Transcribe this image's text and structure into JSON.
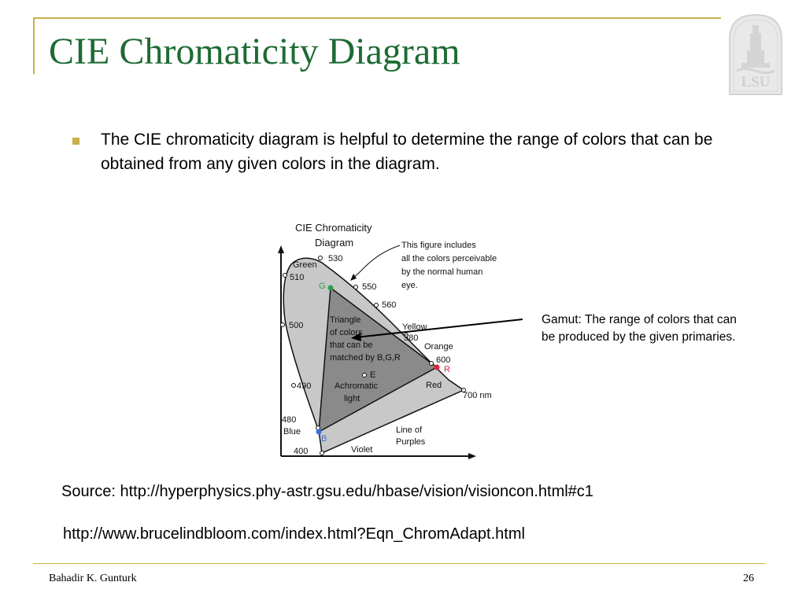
{
  "slide": {
    "title": "CIE Chromaticity Diagram",
    "bullet": "The CIE chromaticity diagram is helpful to determine the range of colors that can be obtained from any given colors in the diagram.",
    "gamut_note": "Gamut: The range of colors that can be produced by the given primaries.",
    "source_1": "Source: http://hyperphysics.phy-astr.gsu.edu/hbase/vision/visioncon.html#c1",
    "source_2": "http://www.brucelindbloom.com/index.html?Eqn_ChromAdapt.html",
    "footer_author": "Bahadir K. Gunturk",
    "page_number": "26",
    "logo_text": "LSU"
  },
  "diagram": {
    "title_line1": "CIE Chromaticity",
    "title_line2": "Diagram",
    "note_lines": [
      "This figure includes",
      "all the colors perceivable",
      "by the normal human",
      "eye."
    ],
    "triangle_lines": [
      "Triangle",
      "of colors",
      "that can be",
      "matched by B,G,R"
    ],
    "achromatic_lines": [
      "Achromatic",
      "light"
    ],
    "point_e": "E",
    "primary_g": "G",
    "primary_r": "R",
    "primary_b": "B",
    "wl_530": "530",
    "wl_550": "550",
    "wl_560": "560",
    "wl_580": "580",
    "wl_600": "600",
    "wl_700": "700 nm",
    "wl_510": "510",
    "wl_500": "500",
    "wl_490": "490",
    "wl_480": "480",
    "wl_400": "400",
    "green": "Green",
    "yellow": "Yellow",
    "orange": "Orange",
    "red": "Red",
    "blue": "Blue",
    "violet": "Violet",
    "purples_line1": "Line of",
    "purples_line2": "Purples"
  },
  "colors": {
    "title_green": "#1e6b34",
    "accent_gold": "#c9b04a",
    "locus_fill": "#c8c8c8",
    "triangle_fill": "#8a8a8a",
    "primary_green": "#2e9e4a",
    "primary_red": "#e0203a",
    "primary_blue": "#3a6fe0"
  }
}
